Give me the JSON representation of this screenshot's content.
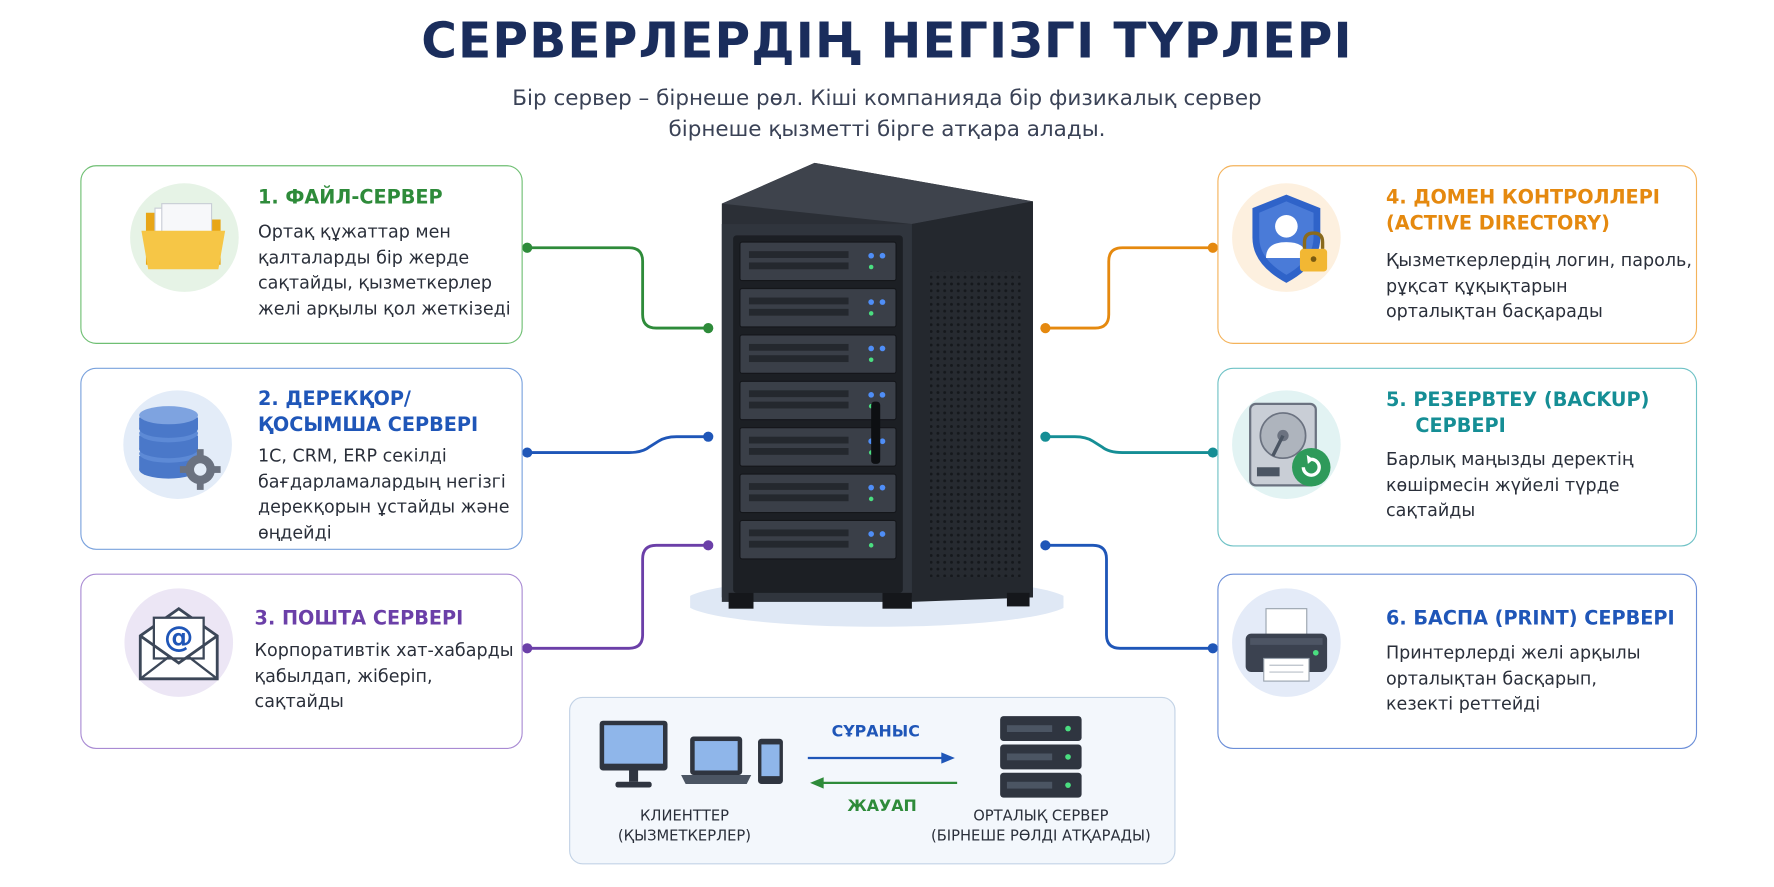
{
  "title": "СЕРВЕРЛЕРДІҢ НЕГІЗГІ ТҮРЛЕРІ",
  "subtitle": {
    "line1": "Бір сервер – бірнеше рөл. Кіші компанияда бір физикалық сервер",
    "line2": "бірнеше қызметті бірге атқара алады."
  },
  "colors": {
    "file": "#2e8b3a",
    "database": "#1f56b8",
    "mail": "#6b3fa8",
    "domain": "#e5890f",
    "backup": "#158e95",
    "print": "#1f56b8",
    "title": "#1a2d5c"
  },
  "cards": [
    {
      "title": "1. ФАЙЛ-СЕРВЕР",
      "icon": "folder-icon",
      "lines": [
        "Ортақ құжаттар мен",
        "қалталарды бір жерде",
        "сақтайды, қызметкерлер",
        "желі арқылы қол жеткізеді"
      ]
    },
    {
      "title_lines": [
        "2. ДЕРЕКҚОР/",
        "ҚОСЫМША СЕРВЕРІ"
      ],
      "icon": "database-icon",
      "lines": [
        "1C, CRM, ERP секілді",
        "бағдарламалардың негізгі",
        "дерекқорын ұстайды және",
        "өңдейді"
      ]
    },
    {
      "title": "3. ПОШТА СЕРВЕРІ",
      "icon": "mail-icon",
      "lines": [
        "Корпоративтік хат-хабарды",
        "қабылдап, жіберіп,",
        "сақтайды"
      ]
    },
    {
      "title_lines": [
        "4. ДОМЕН КОНТРОЛЛЕРІ",
        "(ACTIVE DIRECTORY)"
      ],
      "icon": "shield-user-icon",
      "lines": [
        "Қызметкерлердің логин, пароль,",
        "рұқсат құқықтарын",
        "орталықтан басқарады"
      ]
    },
    {
      "title_lines": [
        "5. РЕЗЕРВТЕУ (BACKUP)",
        "СЕРВЕРІ"
      ],
      "icon": "hard-drive-restore-icon",
      "lines": [
        "Барлық маңызды деректің",
        "көшірмесін жүйелі түрде",
        "сақтайды"
      ]
    },
    {
      "title": "6. БАСПА (PRINT) СЕРВЕРІ",
      "icon": "printer-icon",
      "lines": [
        "Принтерлерді желі арқылы",
        "орталықтан басқарып,",
        "кезекті реттейді"
      ]
    }
  ],
  "bottom": {
    "request": "СҰРАНЫС",
    "response": "ЖАУАП",
    "clients_line1": "КЛИЕНТТЕР",
    "clients_line2": "(ҚЫЗМЕТКЕРЛЕР)",
    "server_line1": "ОРТАЛЫҚ СЕРВЕР",
    "server_line2": "(БІРНЕШЕ РӨЛДІ АТҚАРАДЫ)"
  }
}
